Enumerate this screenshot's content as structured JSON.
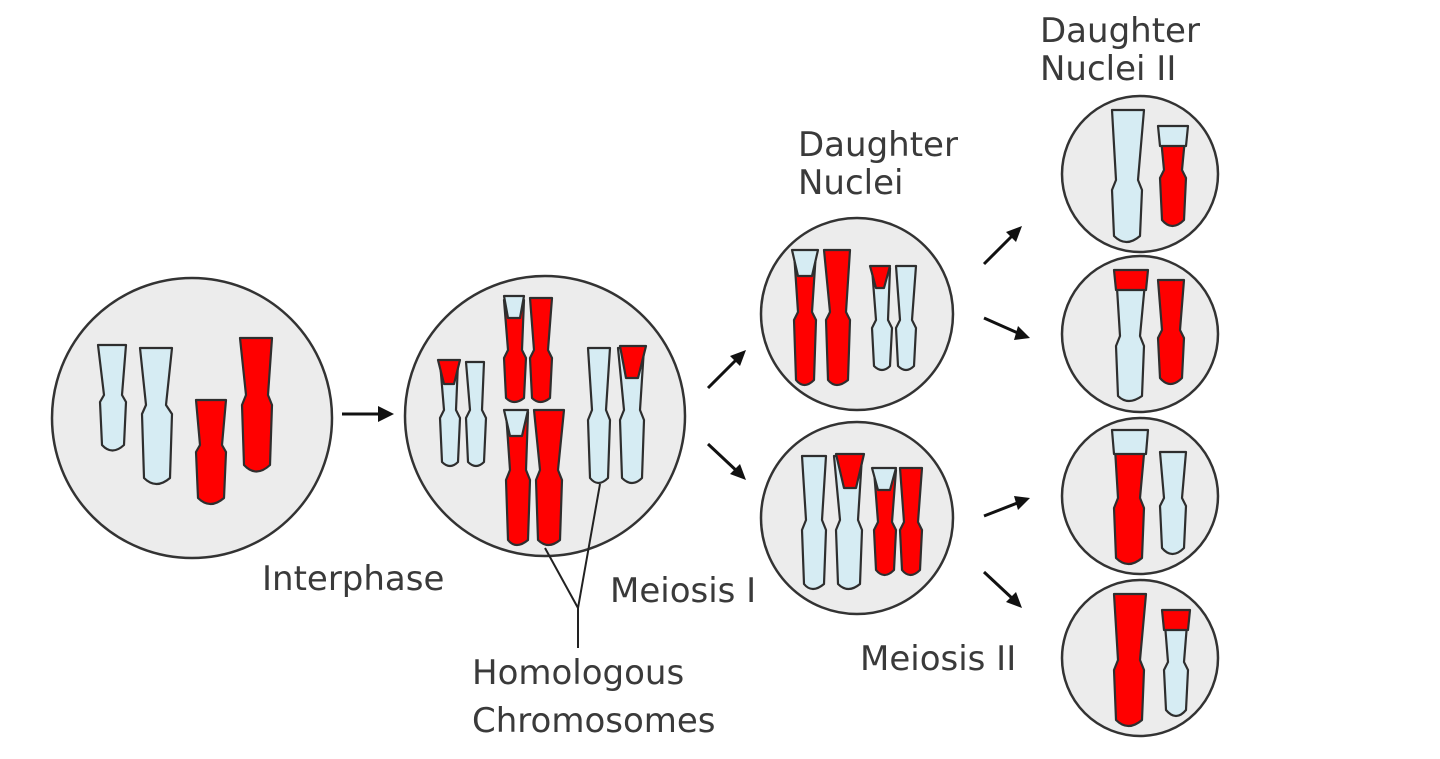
{
  "labels": {
    "interphase": "Interphase",
    "meiosis_1": "Meiosis I",
    "meiosis_2": "Meiosis II",
    "homologous_line1": "Homologous",
    "homologous_line2": "Chromosomes",
    "daughter_nuclei_line1": "Daughter",
    "daughter_nuclei_line2": "Nuclei",
    "daughter_nuclei_2_line1": "Daughter",
    "daughter_nuclei_2_line2": "Nuclei II"
  },
  "colors": {
    "maternal": "#ff0000",
    "paternal": "#d6ecf3",
    "cell_fill": "#ececec",
    "outline": "#333333"
  }
}
